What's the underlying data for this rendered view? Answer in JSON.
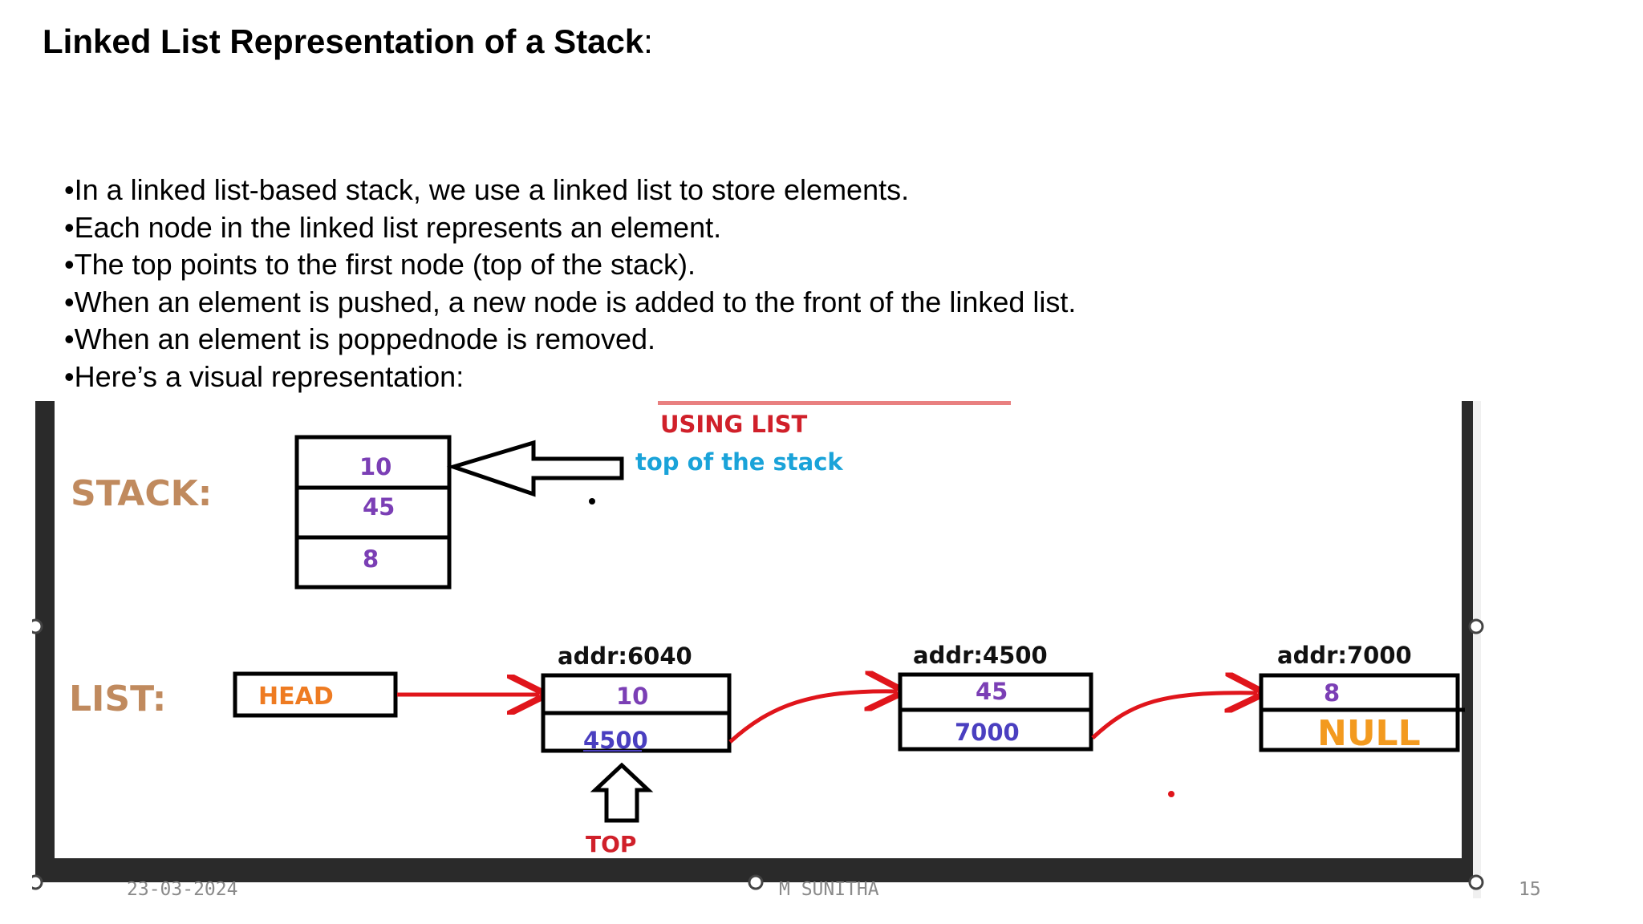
{
  "slide": {
    "title": "Linked List Representation of a Stack",
    "title_colon": ":",
    "bullets": [
      "•In a linked list-based stack, we use a linked list to store elements.",
      "•Each node in the linked list represents an element.",
      "•The top points to the first node (top of the stack).",
      "•When an element is pushed, a new node is added to the front of the linked list.",
      "•When an element is poppednode is removed.",
      "•Here’s a visual representation:"
    ]
  },
  "figure": {
    "caption": "USING LIST",
    "top_label": "top of the stack",
    "stack_label": "STACK:",
    "stack_values": [
      "10",
      "45",
      "8"
    ],
    "list_label": "LIST:",
    "head_label": "HEAD",
    "nodes": [
      {
        "addr": "addr:6040",
        "data": "10",
        "next": "4500"
      },
      {
        "addr": "addr:4500",
        "data": "45",
        "next": "7000"
      },
      {
        "addr": "addr:7000",
        "data": "8",
        "next": "NULL"
      }
    ],
    "top_pointer_label": "TOP"
  },
  "footer": {
    "date": "23-03-2024",
    "author": "M SUNITHA",
    "page": "15"
  },
  "colors": {
    "label_brown": "#c08a5e",
    "value_purple": "#7b3fb5",
    "caption_red": "#d0202a",
    "top_label_cyan": "#1aa3d9",
    "arrow_red": "#e0151b",
    "null_orange": "#f39a1f",
    "head_orange": "#ee7b22"
  }
}
